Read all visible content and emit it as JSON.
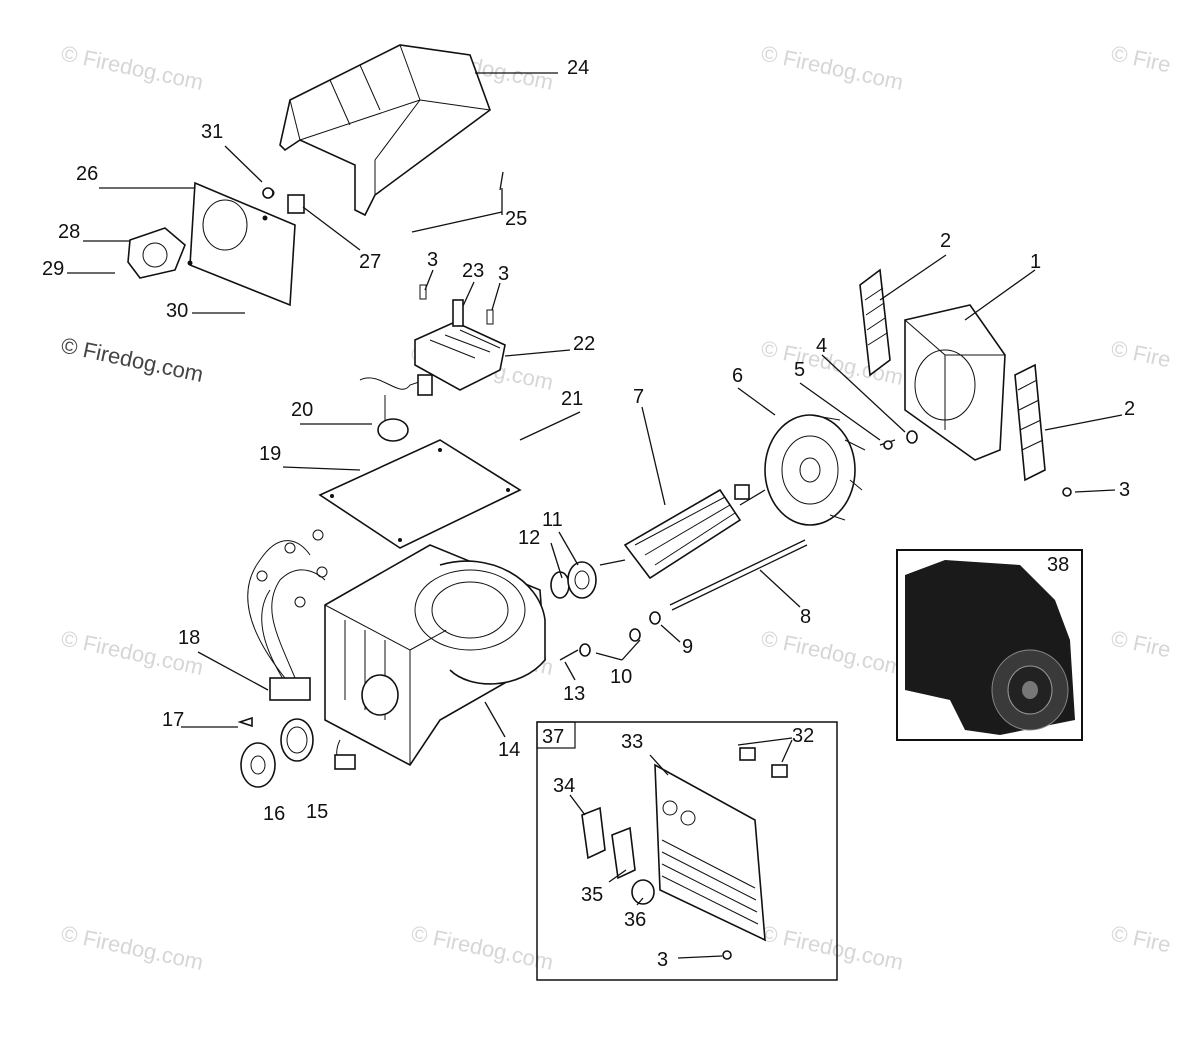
{
  "watermark": {
    "text": "© Firedog.com",
    "edge_text": "© Fire"
  },
  "callouts": {
    "p1": "1",
    "p2a": "2",
    "p2b": "2",
    "p3a": "3",
    "p3b": "3",
    "p3c": "3",
    "p3d": "3",
    "p4": "4",
    "p5": "5",
    "p6": "6",
    "p7": "7",
    "p8": "8",
    "p9": "9",
    "p10": "10",
    "p11": "11",
    "p12": "12",
    "p13": "13",
    "p14": "14",
    "p15": "15",
    "p16": "16",
    "p17": "17",
    "p18": "18",
    "p19": "19",
    "p20": "20",
    "p21": "21",
    "p22": "22",
    "p23": "23",
    "p24": "24",
    "p25": "25",
    "p26": "26",
    "p27": "27",
    "p28": "28",
    "p29": "29",
    "p30": "30",
    "p31": "31",
    "p32": "32",
    "p33": "33",
    "p34": "34",
    "p35": "35",
    "p36": "36",
    "p37": "37",
    "p38": "38"
  }
}
